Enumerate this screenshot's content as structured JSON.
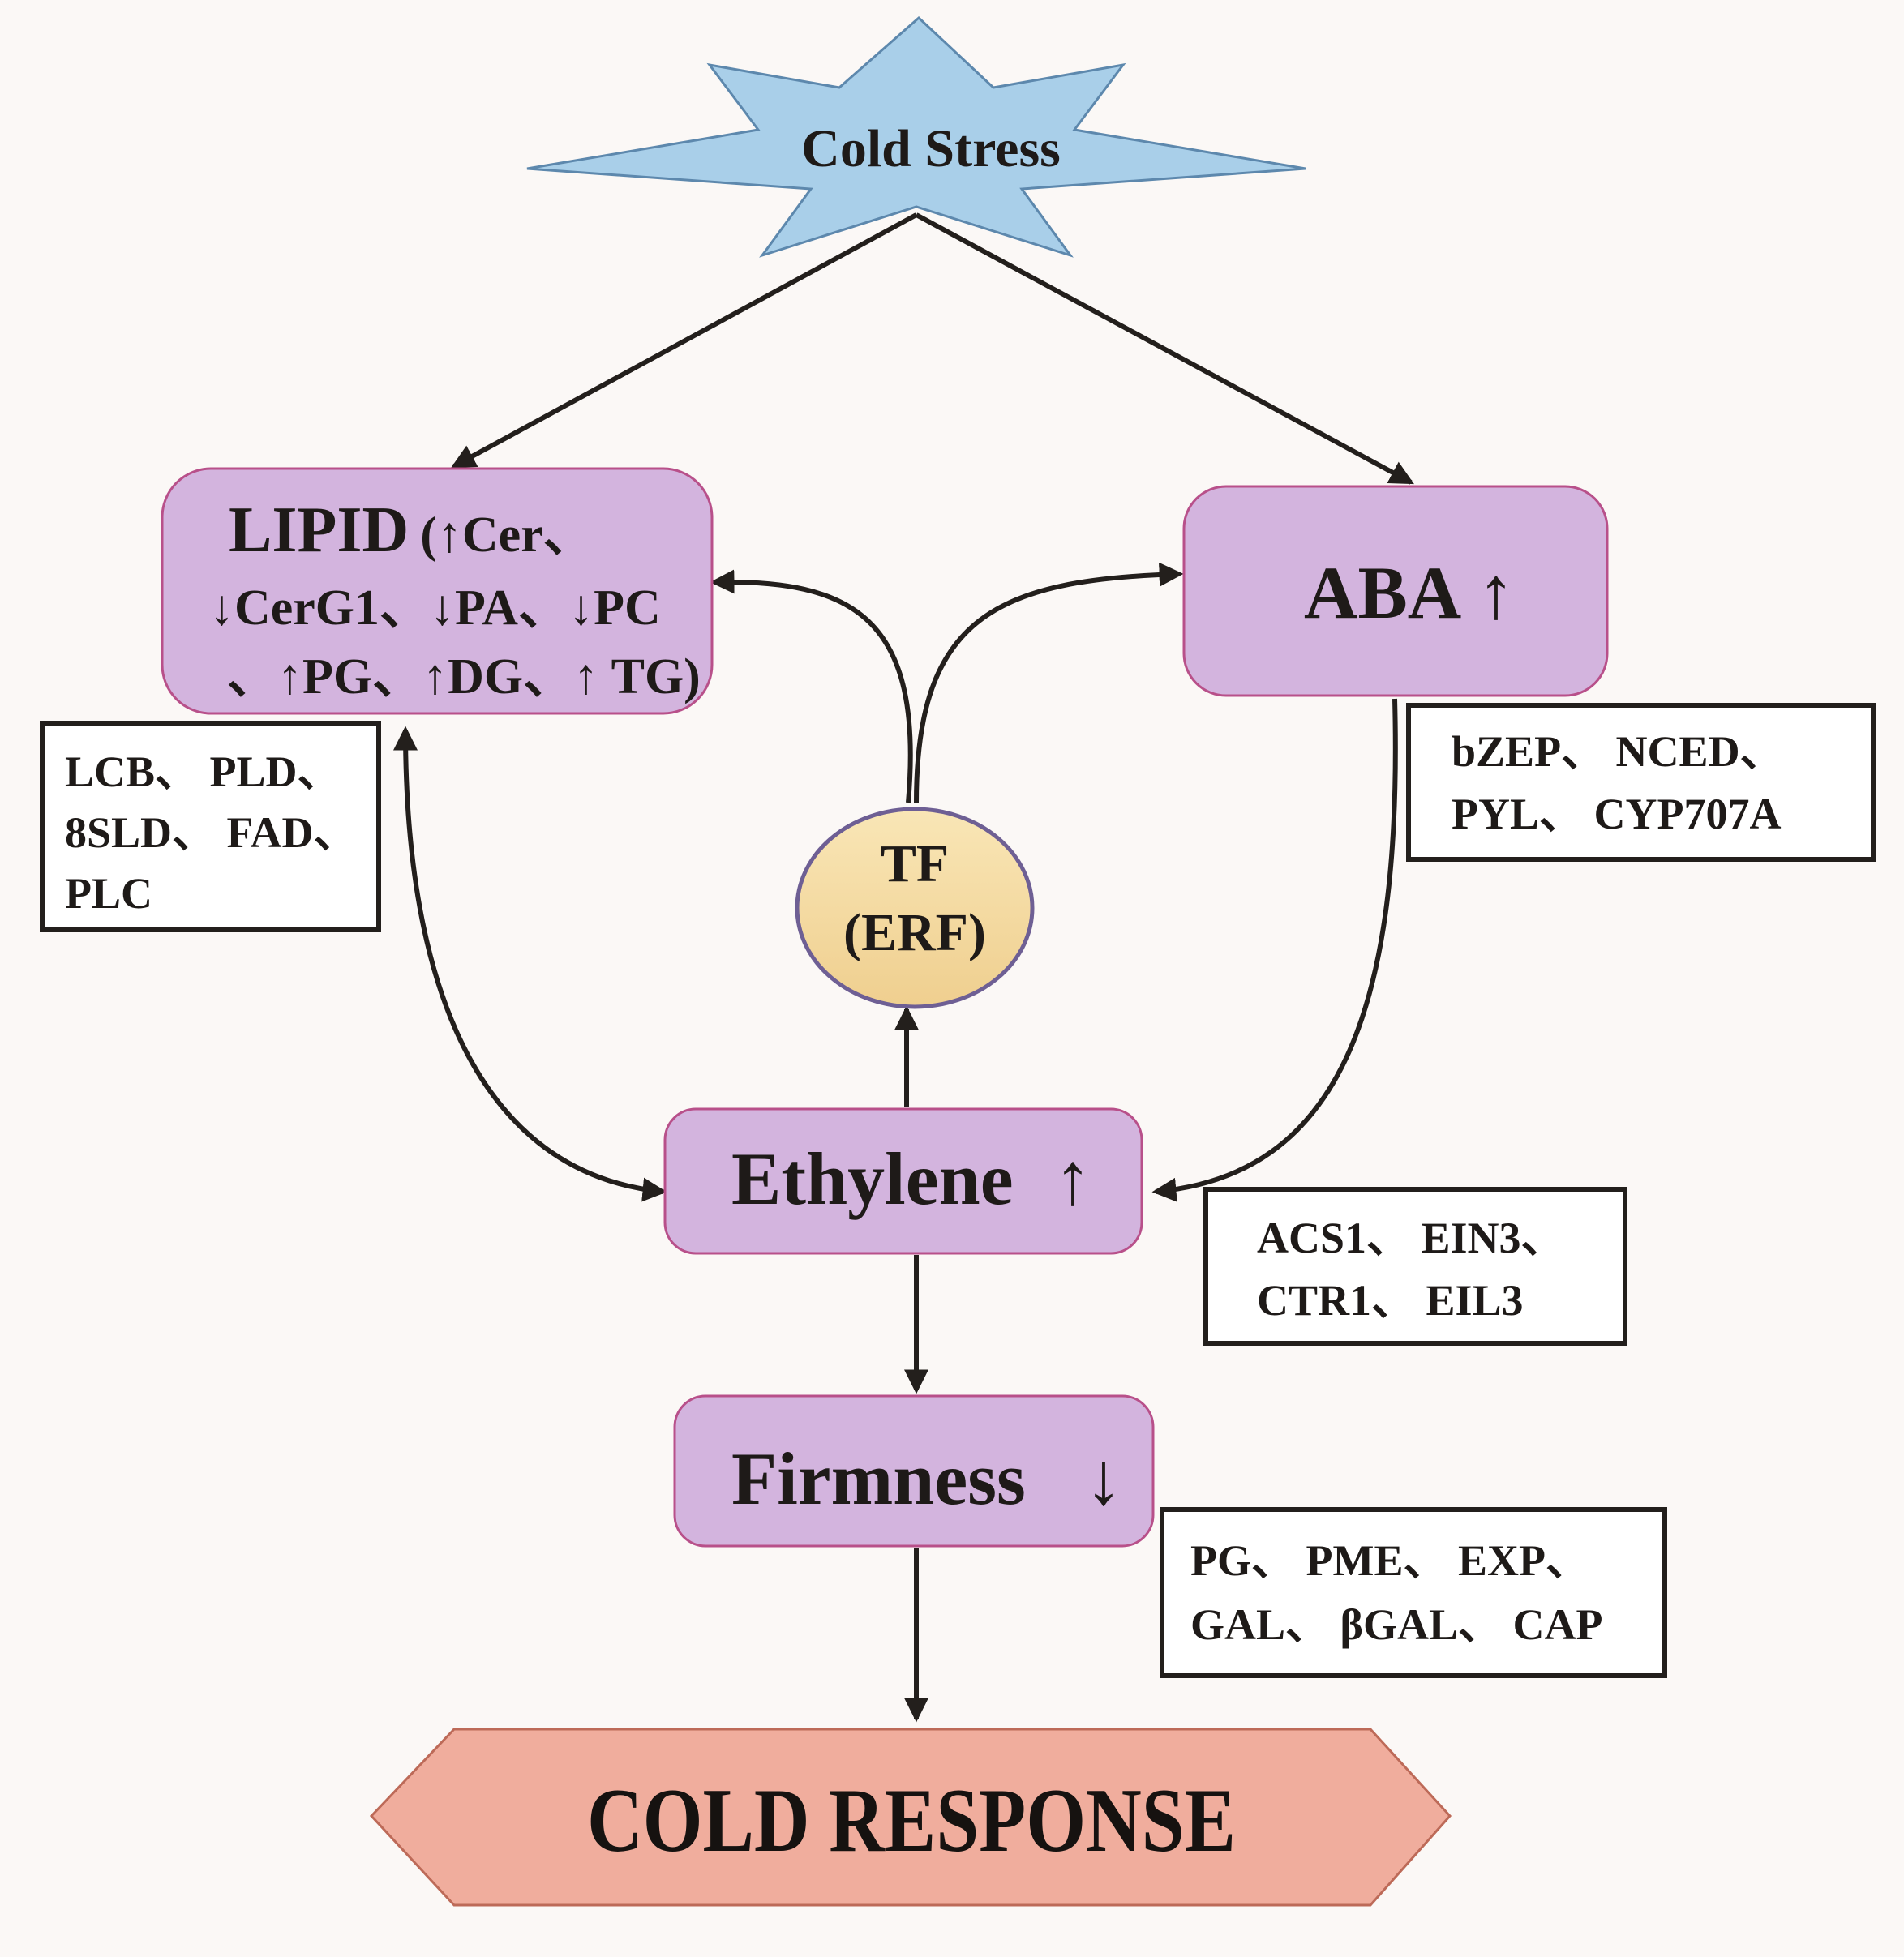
{
  "nodes": {
    "cold_stress": {
      "label": "Cold Stress"
    },
    "lipid": {
      "line1_main": "LIPID",
      "line1_rest": "(↑Cer、",
      "line2": "↓CerG1、↓PA、↓PC",
      "line3": "、↑PG、↑DG、↑ TG)"
    },
    "aba": {
      "label": "ABA",
      "trend": "↑"
    },
    "tf": {
      "line1": "TF",
      "line2": "(ERF)"
    },
    "ethylene": {
      "label": "Ethylene",
      "trend": "↑"
    },
    "firmness": {
      "label": "Firmness",
      "trend": "↓"
    },
    "cold_response": {
      "label": "COLD RESPONSE"
    }
  },
  "gene_boxes": {
    "lipid_genes": [
      "LCB、 PLD、",
      "8SLD、 FAD、",
      "PLC"
    ],
    "aba_genes": [
      "bZEP、 NCED、",
      "PYL、 CYP707A"
    ],
    "ethylene_genes": [
      "ACS1、 EIN3、",
      "CTR1、 EIL3"
    ],
    "firmness_genes": [
      "PG、 PME、 EXP、",
      "GAL、 βGAL、 CAP"
    ]
  },
  "edges": [
    {
      "from": "cold_stress",
      "to": "lipid"
    },
    {
      "from": "cold_stress",
      "to": "aba"
    },
    {
      "from": "tf",
      "to": "lipid"
    },
    {
      "from": "tf",
      "to": "aba"
    },
    {
      "from": "lipid",
      "to": "ethylene",
      "bidirectional": true
    },
    {
      "from": "aba",
      "to": "ethylene"
    },
    {
      "from": "ethylene",
      "to": "tf"
    },
    {
      "from": "ethylene",
      "to": "firmness"
    },
    {
      "from": "firmness",
      "to": "cold_response"
    }
  ],
  "colors": {
    "background": "#fbf8f6",
    "star_fill": "#a9cfe9",
    "node_fill": "#d3b4de",
    "node_border": "#b8508a",
    "tf_fill": "#f6dba0",
    "response_fill": "#f0ad9d",
    "text": "#1e1a18"
  }
}
